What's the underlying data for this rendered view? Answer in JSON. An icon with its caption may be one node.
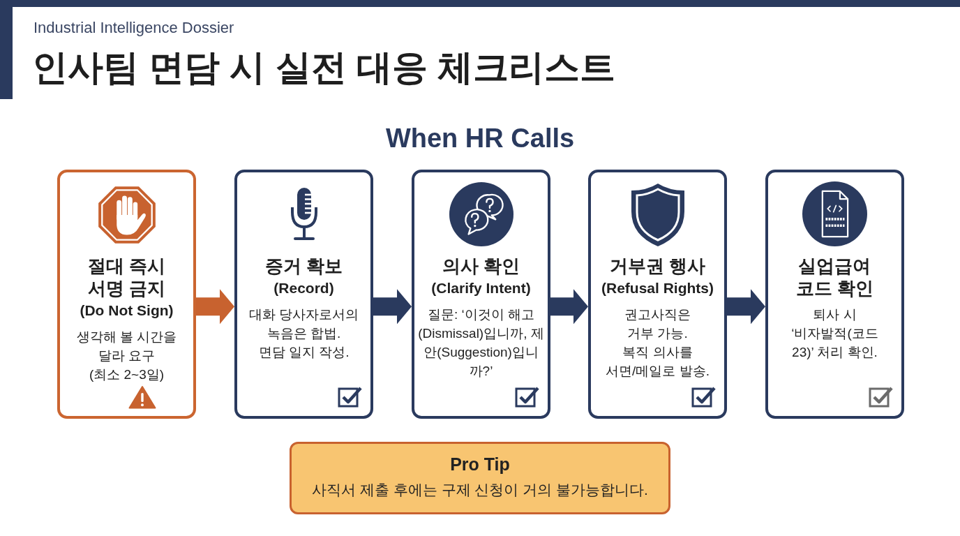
{
  "diagram": {
    "title": "인사팀 면담 시 실전 대응 체크리스트",
    "nodes": [
      {
        "text": [
          "절대 즉시 서명 금지",
          "(Do Not Sign)",
          "생각해 볼 시간을 달라 요구 (최소 2~3일)"
        ]
      },
      {
        "text": [
          "증거 확보",
          "(Record)",
          "대화 당사자로서의 녹음은 합법. 면담 일지 작성."
        ]
      },
      {
        "text": [
          "의사 확인",
          "(Clarify Intent)",
          "질문: ‘이것이 해고(Dismissal)입니까, 제안(Suggestion)입니까?’"
        ]
      },
      {
        "text": [
          "거부권 행사",
          "(Refusal Rights)",
          "권고사직은 거부 가능. 복직 의사를 서면/메일로 발송."
        ]
      },
      {
        "text": [
          "실업급여 코드 확인",
          "퇴사 시 ‘비자발적(코드 23)’ 처리 확인."
        ]
      },
      {
        "text": [
          "Pro Tip",
          "사직서 제출 후에는 구제 신청이 거의 불가능합니다."
        ]
      }
    ],
    "edges": [
      {
        "from": 0,
        "to": 1,
        "arrow": "to",
        "color": "#c8622f"
      },
      {
        "from": 1,
        "to": 2,
        "arrow": "to"
      },
      {
        "from": 2,
        "to": 3,
        "arrow": "to"
      },
      {
        "from": 3,
        "to": 4,
        "arrow": "to"
      }
    ],
    "labels": [
      "Industrial Intelligence Dossier",
      "When HR Calls"
    ]
  }
}
